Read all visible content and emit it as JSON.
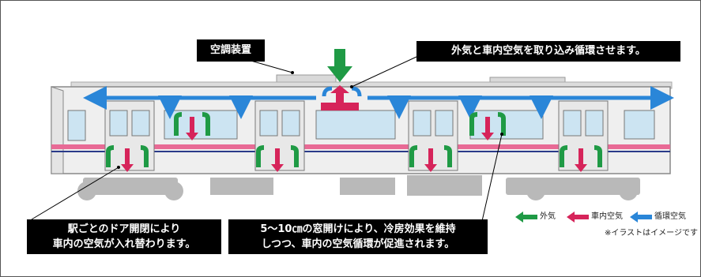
{
  "labels": {
    "ac_unit": "空調装置",
    "intake": "外気と車内空気を取り込み循環させます。",
    "door_line1": "駅ごとのドア開閉により",
    "door_line2": "車内の空気が入れ替わります。",
    "window_line1": "5～10㎝の窓開けにより、冷房効果を維持",
    "window_line2": "しつつ、車内の空気循環が促進されます。"
  },
  "legend": {
    "items": [
      {
        "label": "外気",
        "color": "#1f9a45"
      },
      {
        "label": "車内空気",
        "color": "#d6245a"
      },
      {
        "label": "循環空気",
        "color": "#2a86d8"
      }
    ],
    "note": "※イラストはイメージです"
  },
  "colors": {
    "outside_air": "#1f9a45",
    "cabin_air": "#d6245a",
    "circulating_air": "#2a86d8",
    "stripe_pink": "#e86a95",
    "stripe_blue": "#2a3a8a",
    "car_body": "#eeeeee",
    "window": "#cce4f2"
  }
}
